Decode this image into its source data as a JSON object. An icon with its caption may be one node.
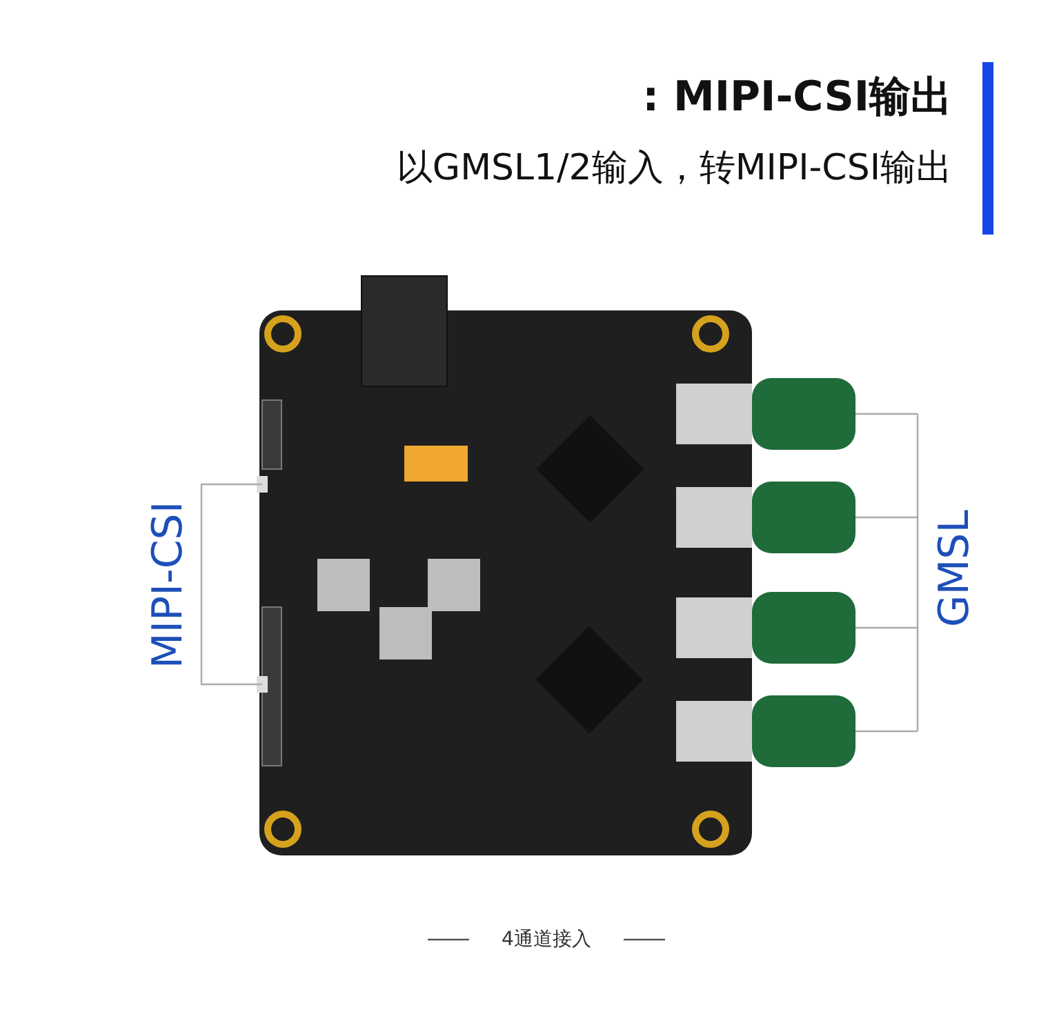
{
  "diagram": {
    "title": ": MIPI-CSI输出",
    "caption": "4通道接入",
    "labels": [
      "以GMSL1/2输入，转MIPI-CSI输出",
      "MIPI-CSI",
      "GMSL"
    ]
  }
}
